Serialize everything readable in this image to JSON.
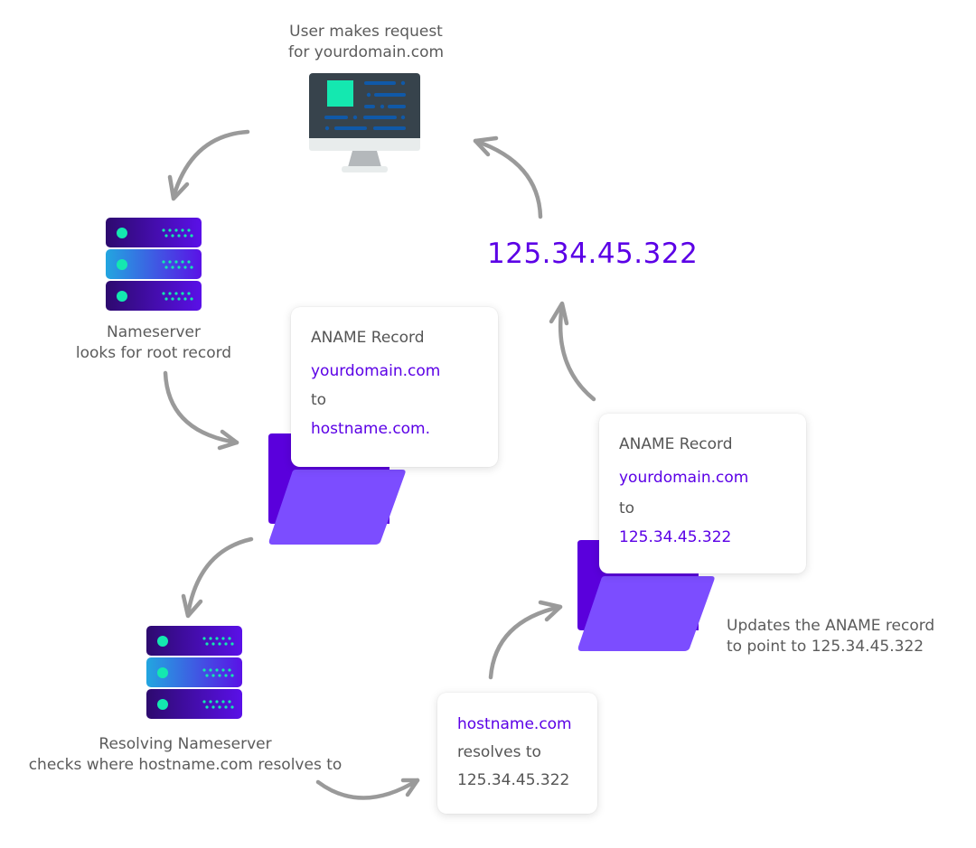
{
  "diagram": {
    "user": {
      "label_line1": "User makes request",
      "label_line2": "for yourdomain.com",
      "icon": "desktop-monitor-icon"
    },
    "nameserver": {
      "label_line1": "Nameserver",
      "label_line2": "looks for root record",
      "icon": "server-stack-icon"
    },
    "record_card_1": {
      "title": "ANAME Record",
      "from": "yourdomain.com",
      "connector": "to",
      "target": "hostname.com."
    },
    "resolving_nameserver": {
      "label_line1": "Resolving Nameserver",
      "label_line2": "checks where hostname.com resolves to",
      "icon": "server-stack-icon"
    },
    "resolve_card": {
      "host": "hostname.com",
      "text": "resolves to",
      "ip": "125.34.45.322"
    },
    "record_card_2": {
      "title": "ANAME Record",
      "from": "yourdomain.com",
      "connector": "to",
      "target": "125.34.45.322"
    },
    "update_label": {
      "line1": "Updates the ANAME record",
      "line2": "to point to 125.34.45.322"
    },
    "result_ip": "125.34.45.322",
    "colors": {
      "accent": "#5b00e6",
      "arrow": "#9a9a9a",
      "text": "#5b5b5b",
      "folder_back": "#5a00dc",
      "folder_front": "#7c4dff",
      "teal": "#14e8b0",
      "monitor_body": "#37434c"
    }
  }
}
